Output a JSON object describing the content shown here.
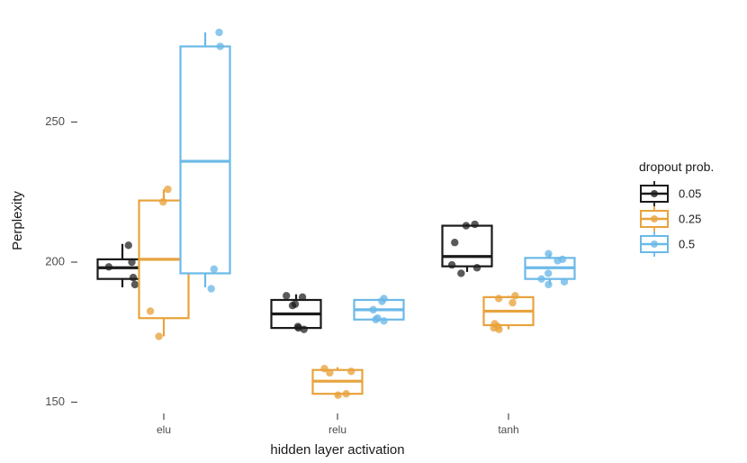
{
  "chart_data": {
    "type": "box",
    "title": "",
    "xlabel": "hidden layer activation",
    "ylabel": "Perplexity",
    "categories": [
      "elu",
      "relu",
      "tanh"
    ],
    "ylim": [
      140,
      287
    ],
    "yticks": [
      150,
      200,
      250
    ],
    "ytick_labels": [
      "150",
      "200",
      "250"
    ],
    "grid": false,
    "legend": {
      "title": "dropout prob.",
      "position": "right",
      "entries": [
        {
          "label": "0.05",
          "color": "#1a1a1a"
        },
        {
          "label": "0.25",
          "color": "#E8A33D"
        },
        {
          "label": "0.5",
          "color": "#6BB9E8"
        }
      ]
    },
    "series": [
      {
        "name": "0.05",
        "color": "#1a1a1a",
        "boxes": [
          {
            "category": "elu",
            "whisker_low": 191.0,
            "q1": 194.0,
            "median": 198.0,
            "q3": 201.0,
            "whisker_high": 206.5,
            "points": [
              206.0,
              200.0,
              194.5,
              192.0,
              198.3
            ]
          },
          {
            "category": "relu",
            "whisker_low": 176.0,
            "q1": 176.5,
            "median": 181.5,
            "q3": 186.5,
            "whisker_high": 188.5,
            "points": [
              188.0,
              187.5,
              185.0,
              184.5,
              177.0,
              176.5,
              176.0
            ]
          },
          {
            "category": "tanh",
            "whisker_low": 196.5,
            "q1": 198.5,
            "median": 202.0,
            "q3": 213.0,
            "whisker_high": 213.5,
            "points": [
              213.5,
              213.0,
              207.0,
              199.0,
              198.0,
              196.0
            ]
          }
        ]
      },
      {
        "name": "0.25",
        "color": "#E8A33D",
        "boxes": [
          {
            "category": "elu",
            "whisker_low": 173.5,
            "q1": 180.0,
            "median": 201.0,
            "q3": 222.0,
            "whisker_high": 226.0,
            "points": [
              226.0,
              221.5,
              182.5,
              173.5
            ]
          },
          {
            "category": "relu",
            "whisker_low": 152.0,
            "q1": 153.0,
            "median": 157.5,
            "q3": 161.5,
            "whisker_high": 162.5,
            "points": [
              162.0,
              161.0,
              160.5,
              153.0,
              152.5
            ]
          },
          {
            "category": "tanh",
            "whisker_low": 176.0,
            "q1": 177.5,
            "median": 182.5,
            "q3": 187.5,
            "whisker_high": 188.0,
            "points": [
              188.0,
              187.0,
              185.5,
              178.0,
              177.0,
              176.5,
              176.0
            ]
          }
        ]
      },
      {
        "name": "0.5",
        "color": "#6BB9E8",
        "boxes": [
          {
            "category": "elu",
            "whisker_low": 191.0,
            "q1": 196.0,
            "median": 236.0,
            "q3": 277.0,
            "whisker_high": 282.0,
            "points": [
              282.0,
              277.0,
              197.5,
              190.5
            ]
          },
          {
            "category": "relu",
            "whisker_low": 179.0,
            "q1": 179.5,
            "median": 183.0,
            "q3": 186.5,
            "whisker_high": 187.0,
            "points": [
              187.0,
              186.0,
              183.0,
              180.0,
              179.5,
              179.0
            ]
          },
          {
            "category": "tanh",
            "whisker_low": 192.0,
            "q1": 194.0,
            "median": 198.0,
            "q3": 201.5,
            "whisker_high": 203.0,
            "points": [
              203.0,
              201.0,
              200.5,
              196.0,
              194.0,
              193.0,
              192.0
            ]
          }
        ]
      }
    ]
  }
}
